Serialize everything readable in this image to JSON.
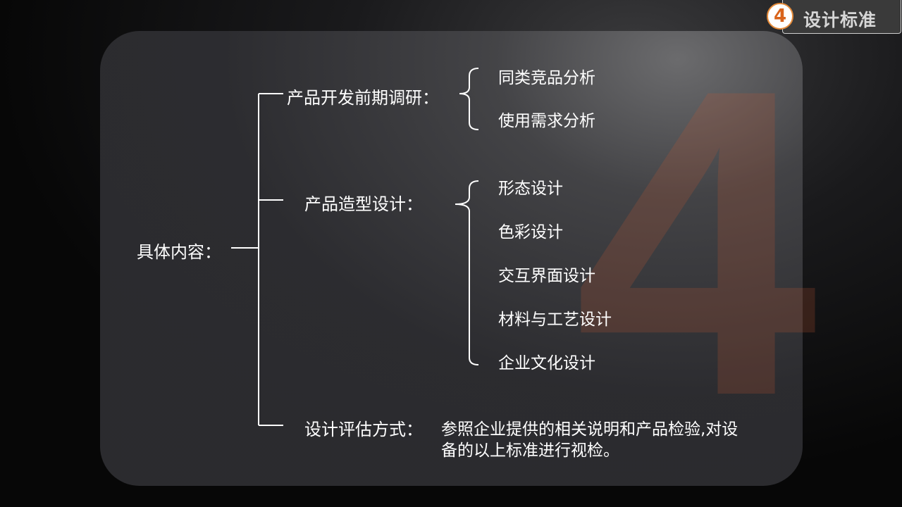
{
  "badge": {
    "number": "4",
    "title": "设计标准"
  },
  "watermark_digit": "4",
  "root_label": "具体内容：",
  "branches": {
    "research": {
      "label": "产品开发前期调研：",
      "items": [
        "同类竞品分析",
        "使用需求分析"
      ]
    },
    "modeling": {
      "label": "产品造型设计：",
      "items": [
        "形态设计",
        "色彩设计",
        "交互界面设计",
        "材料与工艺设计",
        "企业文化设计"
      ]
    },
    "evaluation": {
      "label": "设计评估方式：",
      "text_line1": "参照企业提供的相关说明和产品检验,对设",
      "text_line2": "备的以上标准进行视检。"
    }
  }
}
